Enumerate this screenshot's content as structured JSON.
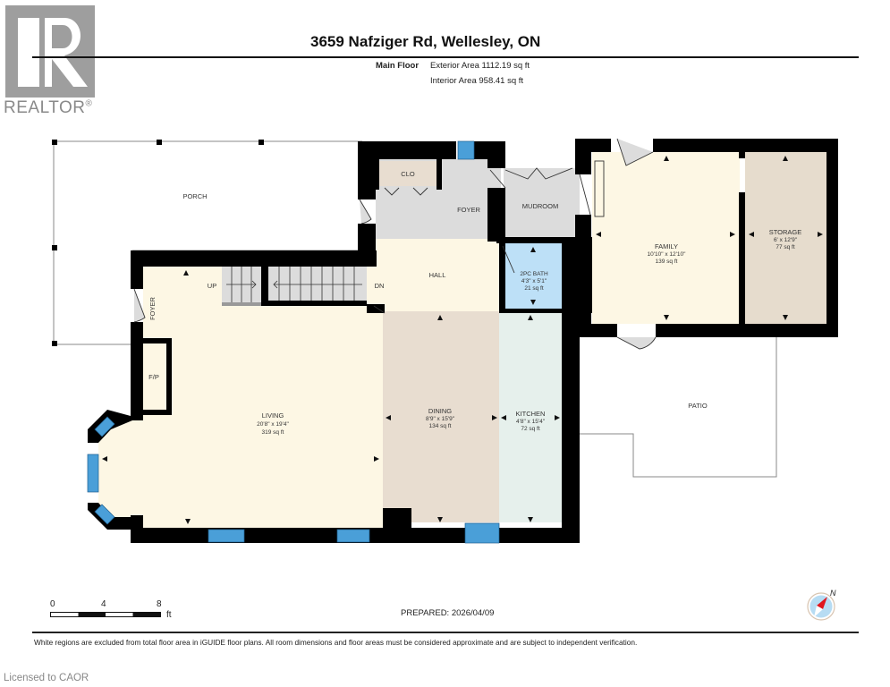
{
  "brand": {
    "logo_letter": "R",
    "name": "REALTOR",
    "registered_mark": "®"
  },
  "header": {
    "title": "3659 Nafziger Rd, Wellesley, ON",
    "floor_name": "Main Floor",
    "exterior_area": "Exterior Area 1112.19 sq ft",
    "interior_area": "Interior Area 958.41 sq ft"
  },
  "rooms": {
    "porch": {
      "name": "PORCH"
    },
    "clo": {
      "name": "CLO"
    },
    "foyer_main": {
      "name": "FOYER"
    },
    "mudroom": {
      "name": "MUDROOM"
    },
    "hall": {
      "name": "HALL"
    },
    "bath": {
      "name": "2PC BATH",
      "dims": "4'3\" x 5'1\"",
      "area": "21 sq ft"
    },
    "family": {
      "name": "FAMILY",
      "dims": "10'10\" x 12'10\"",
      "area": "139 sq ft"
    },
    "storage": {
      "name": "STORAGE",
      "dims": "6' x 12'9\"",
      "area": "77 sq ft"
    },
    "foyer_side": {
      "name": "FOYER"
    },
    "fireplace": {
      "name": "F/P"
    },
    "stairs_up": {
      "name": "UP"
    },
    "stairs_down": {
      "name": "DN"
    },
    "living": {
      "name": "LIVING",
      "dims": "20'8\" x 19'4\"",
      "area": "319 sq ft"
    },
    "dining": {
      "name": "DINING",
      "dims": "8'9\" x 15'9\"",
      "area": "134 sq ft"
    },
    "kitchen": {
      "name": "KITCHEN",
      "dims": "4'8\" x 15'4\"",
      "area": "72 sq ft"
    },
    "patio": {
      "name": "PATIO"
    }
  },
  "colors": {
    "wall": "#000000",
    "window": "#4a9fd8",
    "living": "#fdf7e4",
    "dining": "#e8ddd0",
    "kitchen": "#e6f0ec",
    "bath": "#bde0f7",
    "foyer": "#dcdcdc",
    "storage": "#e6dccd",
    "closet": "#e8ddd0"
  },
  "scale_bar": {
    "ticks": [
      "0",
      "4",
      "8"
    ],
    "unit": "ft"
  },
  "footer": {
    "prepared": "PREPARED: 2026/04/09",
    "disclaimer": "White regions are excluded from total floor area in iGUIDE floor plans. All room dimensions and floor areas must be considered approximate and are subject to independent verification.",
    "licensed": "Licensed to CAOR"
  },
  "compass": {
    "label": "N"
  }
}
